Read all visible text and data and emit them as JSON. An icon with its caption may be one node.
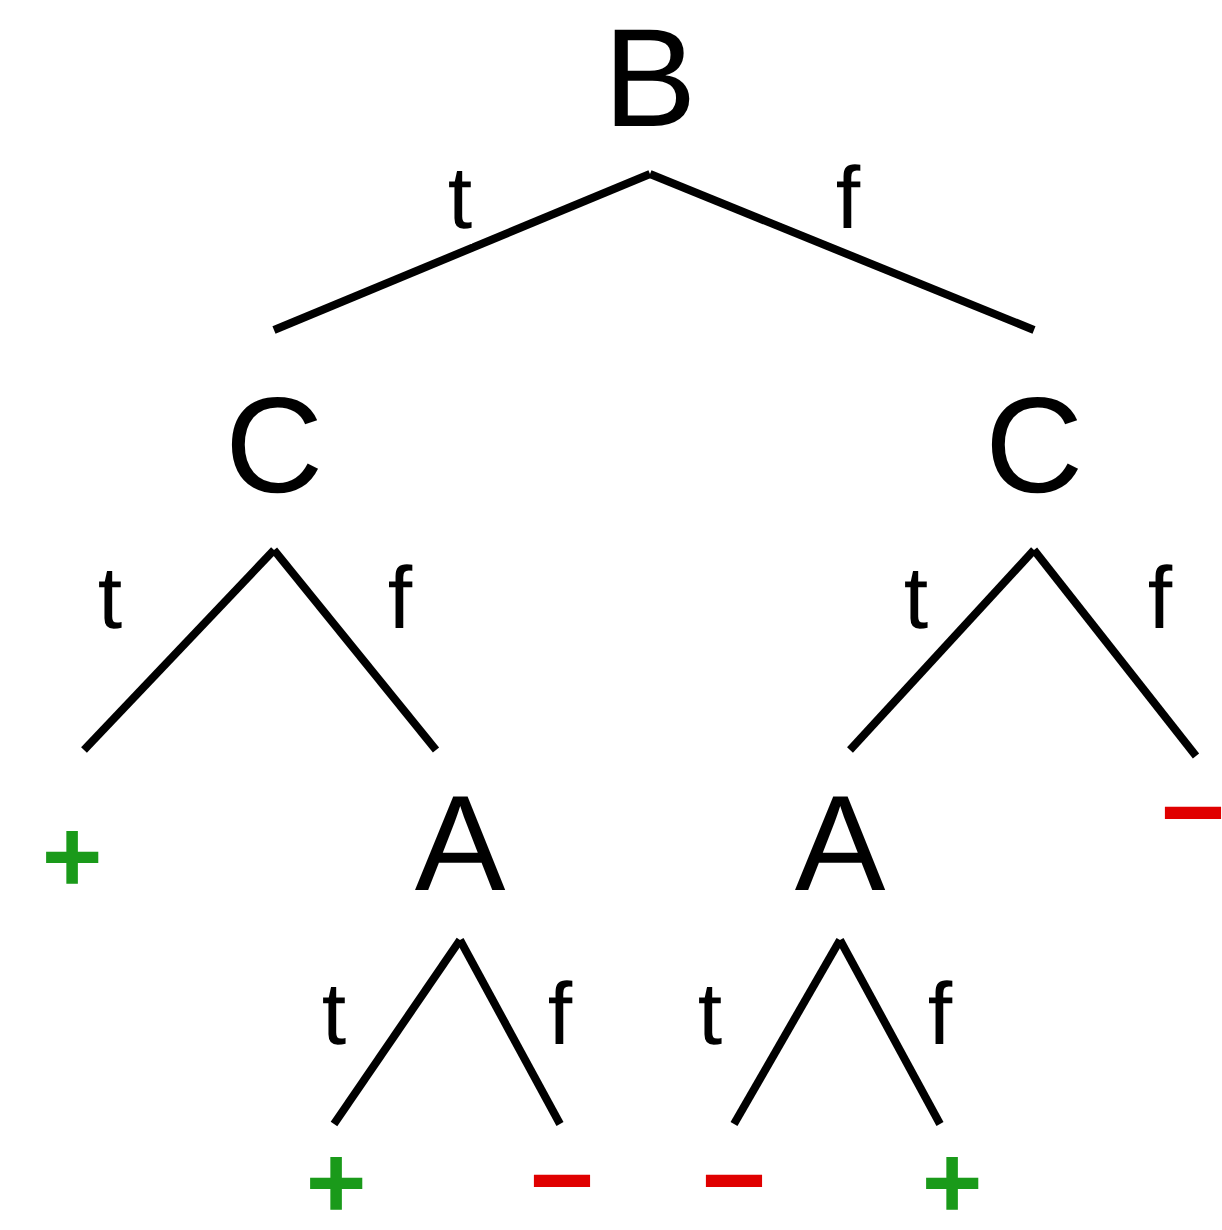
{
  "diagram": {
    "nodes": [
      {
        "text": [
          "B"
        ]
      },
      {
        "text": [
          "C"
        ]
      },
      {
        "text": [
          "C"
        ]
      },
      {
        "text": [
          "+"
        ]
      },
      {
        "text": [
          "A"
        ]
      },
      {
        "text": [
          "A"
        ]
      },
      {
        "text": [
          "−"
        ]
      },
      {
        "text": [
          "+"
        ]
      },
      {
        "text": [
          "−"
        ]
      },
      {
        "text": [
          "−"
        ]
      },
      {
        "text": [
          "+"
        ]
      }
    ],
    "edges": [
      {
        "from": 0,
        "to": 1,
        "arrow": "none",
        "label": "t"
      },
      {
        "from": 0,
        "to": 2,
        "arrow": "none",
        "label": "f"
      },
      {
        "from": 1,
        "to": 3,
        "arrow": "none",
        "label": "t"
      },
      {
        "from": 1,
        "to": 4,
        "arrow": "none",
        "label": "f"
      },
      {
        "from": 2,
        "to": 5,
        "arrow": "none",
        "label": "t"
      },
      {
        "from": 2,
        "to": 6,
        "arrow": "none",
        "label": "f"
      },
      {
        "from": 4,
        "to": 7,
        "arrow": "none",
        "label": "t"
      },
      {
        "from": 4,
        "to": 8,
        "arrow": "none",
        "label": "f"
      },
      {
        "from": 5,
        "to": 9,
        "arrow": "none",
        "label": "t"
      },
      {
        "from": 5,
        "to": 10,
        "arrow": "none",
        "label": "f"
      }
    ]
  }
}
